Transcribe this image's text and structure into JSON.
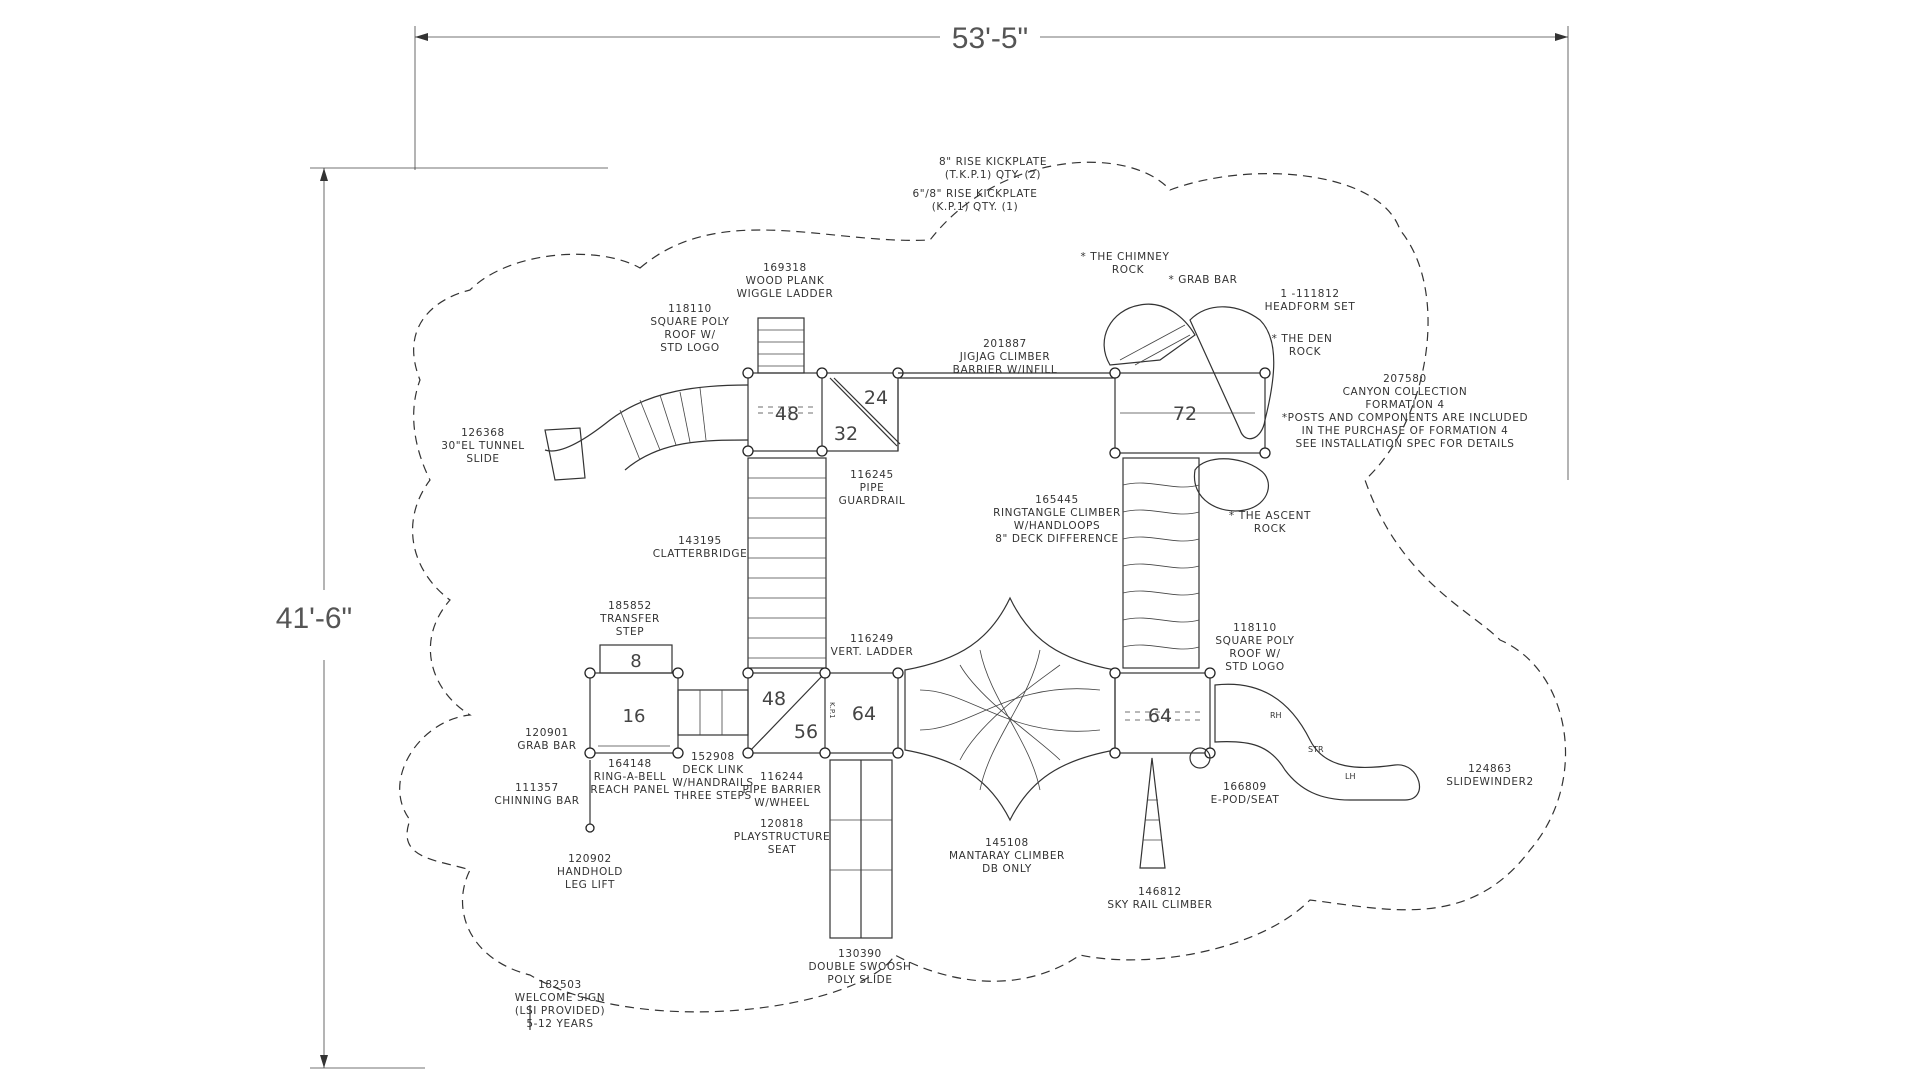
{
  "dimensions": {
    "width": "53'-5\"",
    "height": "41'-6\""
  },
  "decks": {
    "d48_top": "48",
    "d24": "24",
    "d32": "32",
    "d72": "72",
    "d8": "8",
    "d16": "16",
    "d48_bottom": "48",
    "d56": "56",
    "d64_left": "64",
    "d64_right": "64"
  },
  "small_marks": {
    "kp1": "K.P.1",
    "rh": "RH",
    "str": "STR",
    "lh": "LH"
  },
  "labels": {
    "kickplate": [
      "8\" RISE KICKPLATE",
      "(T.K.P.1) QTY. (2)",
      "6\"/8\" RISE KICKPLATE",
      "(K.P.1) QTY. (1)"
    ],
    "wiggle_ladder": [
      "169318",
      "WOOD PLANK",
      "WIGGLE LADDER"
    ],
    "roof_left": [
      "118110",
      "SQUARE POLY",
      "ROOF W/",
      "STD LOGO"
    ],
    "chimney": [
      "* THE CHIMNEY",
      "ROCK"
    ],
    "grab_bar_rock": [
      "* GRAB BAR"
    ],
    "headform": [
      "1 -111812",
      "HEADFORM SET"
    ],
    "den": [
      "* THE DEN",
      "ROCK"
    ],
    "jigjag": [
      "201887",
      "JIGJAG CLIMBER",
      "BARRIER W/INFILL"
    ],
    "canyon": [
      "207580",
      "CANYON COLLECTION",
      "FORMATION 4",
      "*POSTS AND COMPONENTS ARE INCLUDED",
      "IN THE PURCHASE OF FORMATION 4",
      "SEE INSTALLATION SPEC FOR DETAILS"
    ],
    "tunnel_slide": [
      "126368",
      "30\"EL TUNNEL",
      "SLIDE"
    ],
    "pipe_guardrail": [
      "116245",
      "PIPE",
      "GUARDRAIL"
    ],
    "ringtangle": [
      "165445",
      "RINGTANGLE CLIMBER",
      "W/HANDLOOPS",
      "8\" DECK DIFFERENCE"
    ],
    "ascent": [
      "* THE ASCENT",
      "ROCK"
    ],
    "clatterbridge": [
      "143195",
      "CLATTERBRIDGE"
    ],
    "transfer_step": [
      "185852",
      "TRANSFER",
      "STEP"
    ],
    "vert_ladder": [
      "116249",
      "VERT. LADDER"
    ],
    "roof_right": [
      "118110",
      "SQUARE POLY",
      "ROOF W/",
      "STD LOGO"
    ],
    "grab_bar": [
      "120901",
      "GRAB BAR"
    ],
    "ring_a_bell": [
      "164148",
      "RING-A-BELL",
      "REACH PANEL"
    ],
    "deck_link": [
      "152908",
      "DECK LINK",
      "W/HANDRAILS",
      "THREE STEPS"
    ],
    "pipe_barrier": [
      "116244",
      "PIPE BARRIER",
      "W/WHEEL"
    ],
    "playstructure_seat": [
      "120818",
      "PLAYSTRUCTURE",
      "SEAT"
    ],
    "chinning_bar": [
      "111357",
      "CHINNING BAR"
    ],
    "epod": [
      "166809",
      "E-POD/SEAT"
    ],
    "slidewinder": [
      "124863",
      "SLIDEWINDER2"
    ],
    "mantaray": [
      "145108",
      "MANTARAY CLIMBER",
      "DB ONLY"
    ],
    "handhold": [
      "120902",
      "HANDHOLD",
      "LEG LIFT"
    ],
    "sky_rail": [
      "146812",
      "SKY RAIL CLIMBER"
    ],
    "double_swoosh": [
      "130390",
      "DOUBLE SWOOSH",
      "POLY SLIDE"
    ],
    "welcome_sign": [
      "182503",
      "WELCOME SIGN",
      "(LSI PROVIDED)",
      "5-12 YEARS"
    ]
  }
}
